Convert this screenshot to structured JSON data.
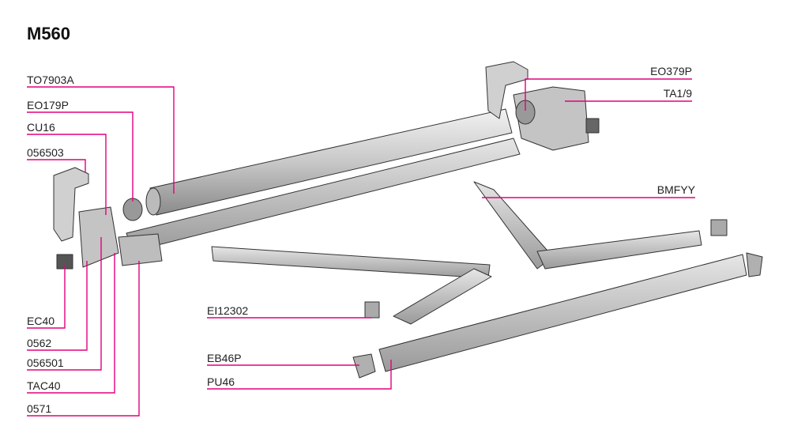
{
  "title": "M560",
  "accent_color": "#e4007c",
  "labels": {
    "TO7903A": "TO7903A",
    "EO179P": "EO179P",
    "CU16": "CU16",
    "p056503": "056503",
    "EC40": "EC40",
    "p0562": "0562",
    "p056501": "056501",
    "TAC40": "TAC40",
    "p0571": "0571",
    "EI12302": "EI12302",
    "EB46P": "EB46P",
    "PU46": "PU46",
    "EO379P": "EO379P",
    "TA1_9": "TA1/9",
    "BMFYY": "BMFYY"
  }
}
